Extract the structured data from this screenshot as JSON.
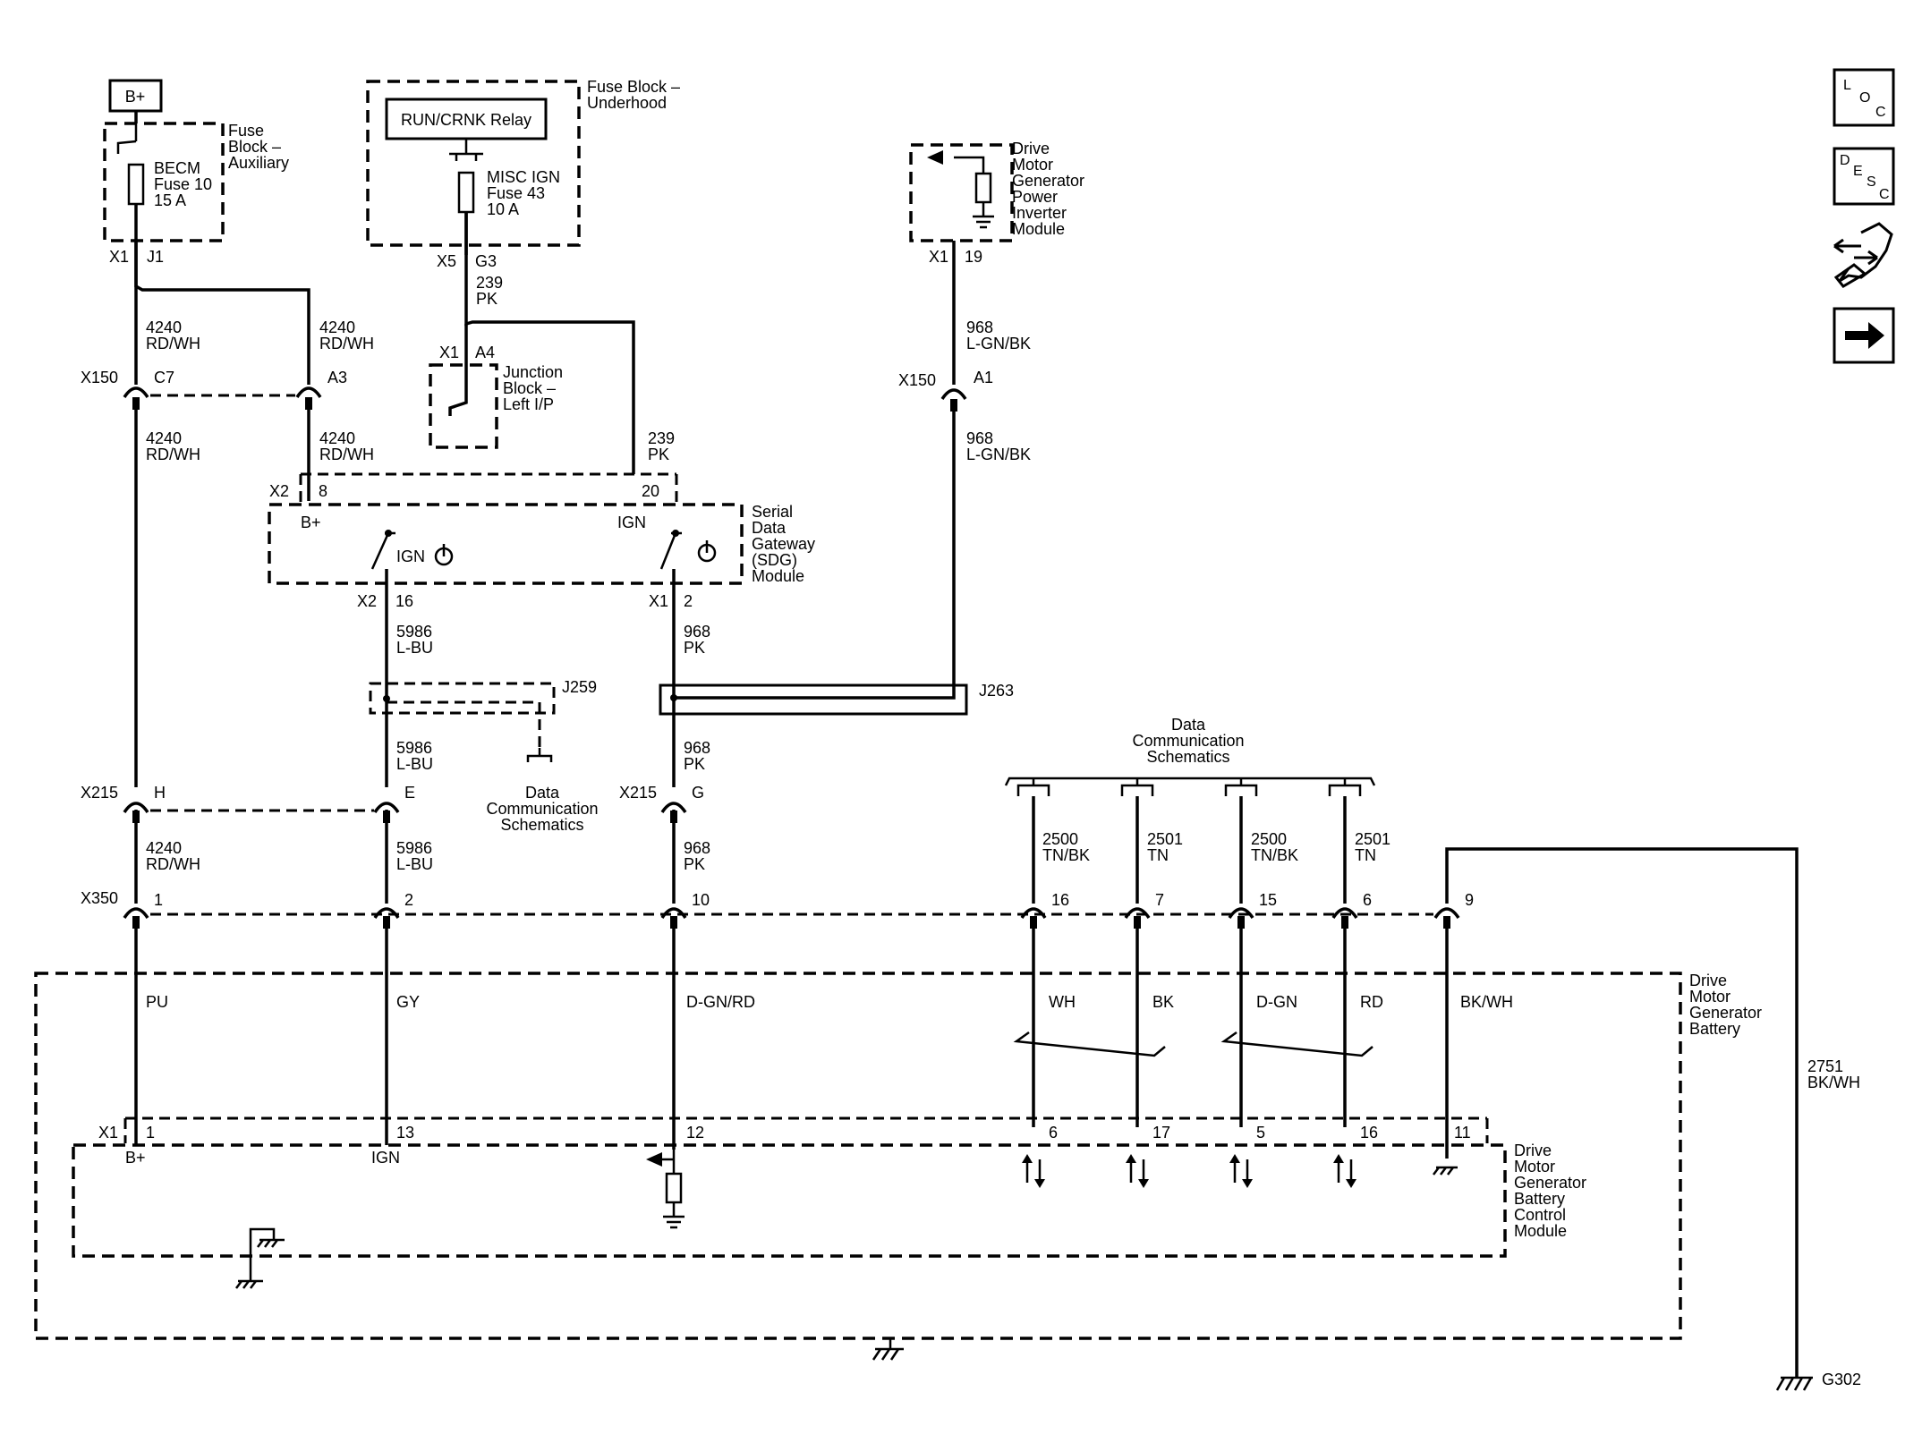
{
  "supply": {
    "bplus": "B+"
  },
  "fuse_block_aux": {
    "title": [
      "Fuse",
      "Block –",
      "Auxiliary"
    ],
    "fuse": [
      "BECM",
      "Fuse 10",
      "15 A"
    ],
    "conn": "X1",
    "pin": "J1"
  },
  "fuse_block_underhood": {
    "title": [
      "Fuse Block –",
      "Underhood"
    ],
    "relay": "RUN/CRNK Relay",
    "fuse": [
      "MISC IGN",
      "Fuse 43",
      "10 A"
    ],
    "conn": "X5",
    "pin": "G3"
  },
  "pim": {
    "title": [
      "Drive",
      "Motor",
      "Generator",
      "Power",
      "Inverter",
      "Module"
    ],
    "conn": "X1",
    "pin": "19"
  },
  "junction_block": {
    "title": [
      "Junction",
      "Block –",
      "Left I/P"
    ],
    "conn": "X1",
    "pin": "A4"
  },
  "sdg": {
    "title": [
      "Serial",
      "Data",
      "Gateway",
      "(SDG)",
      "Module"
    ],
    "top_conn": "X2",
    "top_pin_bplus": "8",
    "top_pin_ign": "20",
    "bplus": "B+",
    "ign": "IGN",
    "sw_label": "IGN",
    "bot_conn_left": "X2",
    "bot_pin_left": "16",
    "bot_conn_right": "X1",
    "bot_pin_right": "2"
  },
  "wires": {
    "w4240_a": [
      "4240",
      "RD/WH"
    ],
    "w4240_b": [
      "4240",
      "RD/WH"
    ],
    "w4240_c": [
      "4240",
      "RD/WH"
    ],
    "w4240_d": [
      "4240",
      "RD/WH"
    ],
    "w4240_e": [
      "4240",
      "RD/WH"
    ],
    "w239_a": [
      "239",
      "PK"
    ],
    "w239_b": [
      "239",
      "PK"
    ],
    "w968_a": [
      "968",
      "L-GN/BK"
    ],
    "w968_b": [
      "968",
      "L-GN/BK"
    ],
    "w5986_a": [
      "5986",
      "L-BU"
    ],
    "w5986_b": [
      "5986",
      "L-BU"
    ],
    "w5986_c": [
      "5986",
      "L-BU"
    ],
    "w968_c": [
      "968",
      "PK"
    ],
    "w968_d": [
      "968",
      "PK"
    ],
    "w968_e": [
      "968",
      "PK"
    ],
    "w2500_a": [
      "2500",
      "TN/BK"
    ],
    "w2501_a": [
      "2501",
      "TN"
    ],
    "w2500_b": [
      "2500",
      "TN/BK"
    ],
    "w2501_b": [
      "2501",
      "TN"
    ],
    "w2751": [
      "2751",
      "BK/WH"
    ]
  },
  "connectors": {
    "x150": "X150",
    "x150_c7": "C7",
    "x150_a3": "A3",
    "x150b": "X150",
    "x150b_a1": "A1",
    "x215": "X215",
    "x215_h": "H",
    "x215_e": "E",
    "x215b": "X215",
    "x215b_g": "G",
    "x350": "X350",
    "x350_pins": [
      "1",
      "2",
      "10",
      "16",
      "7",
      "15",
      "6",
      "9"
    ],
    "x1": "X1",
    "x1_pins": [
      "1",
      "13",
      "12",
      "6",
      "17",
      "5",
      "16",
      "11"
    ]
  },
  "splices": {
    "j259": "J259",
    "j263": "J263"
  },
  "data_comm": {
    "label_left": [
      "Data",
      "Communication",
      "Schematics"
    ],
    "label_right": [
      "Data",
      "Communication",
      "Schematics"
    ]
  },
  "battery": {
    "title": [
      "Drive",
      "Motor",
      "Generator",
      "Battery"
    ],
    "colors": [
      "PU",
      "GY",
      "D-GN/RD",
      "WH",
      "BK",
      "D-GN",
      "RD",
      "BK/WH"
    ]
  },
  "bcm": {
    "title": [
      "Drive",
      "Motor",
      "Generator",
      "Battery",
      "Control",
      "Module"
    ],
    "bplus": "B+",
    "ign": "IGN"
  },
  "ground": {
    "g302": "G302"
  },
  "side_icons": {
    "loc": [
      "L",
      "O",
      "C"
    ],
    "desc": [
      "D",
      "E",
      "S",
      "C"
    ]
  }
}
